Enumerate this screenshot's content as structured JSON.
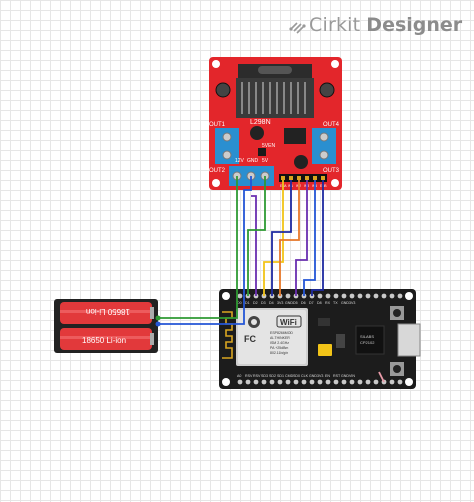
{
  "brand": {
    "name": "Cirkit",
    "product": "Designer"
  },
  "driver": {
    "model": "L298N",
    "out1": "OUT1",
    "out2": "OUT2",
    "out3": "OUT3",
    "out4": "OUT4",
    "ven": "5VEN",
    "power_pins": [
      "12V",
      "GND",
      "5V"
    ],
    "ctrl_pins": [
      "ENA",
      "IN1",
      "IN2",
      "IN3",
      "IN4",
      "ENB"
    ]
  },
  "battery": {
    "cell_top": "18650 Li-ion",
    "cell_bottom": "18650 Li-ion"
  },
  "mcu": {
    "wifi": "WiFi",
    "module_lines": [
      "ESP8266MOD",
      "AI-THINKER",
      "ISM 2.4GHz",
      "PA +25dBm",
      "802.11b/g/n"
    ],
    "usb_chip": [
      "SILABS",
      "CP2102"
    ],
    "top_pins": [
      "A0",
      "RSV",
      "RSV",
      "SD3",
      "SD2",
      "SD1",
      "CMD",
      "SD0",
      "CLK",
      "GND",
      "3V3",
      "EN",
      "RST",
      "GND",
      "VIN"
    ],
    "bottom_pins": [
      "D0",
      "D1",
      "D2",
      "D3",
      "D4",
      "3V3",
      "GND",
      "D5",
      "D6",
      "D7",
      "D8",
      "RX",
      "TX",
      "GND",
      "3V3"
    ]
  },
  "colors": {
    "driver_board": "#e3262b",
    "heatsink": "#3a3a3a",
    "terminal": "#2a8fd0",
    "mcu_board": "#1c1c1c",
    "battery_cell": "#e2393b",
    "battery_holder": "#222222",
    "wire_green": "#2e9a33",
    "wire_blue": "#2456d6",
    "wire_purple": "#6a2fb0",
    "wire_navy": "#1e2aa0",
    "wire_yellow": "#f2c418",
    "wire_orange": "#e8792a"
  }
}
